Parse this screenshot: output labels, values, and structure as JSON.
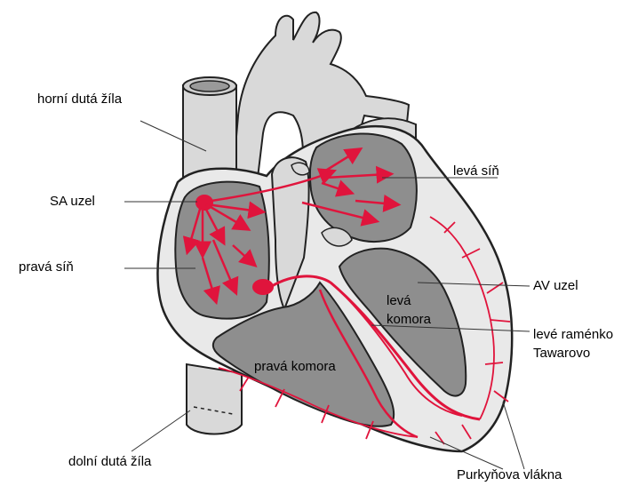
{
  "labels": {
    "horni_duta_zila": "horní dutá žíla",
    "sa_uzel": "SA uzel",
    "prava_sin": "pravá síň",
    "dolni_duta_zila": "dolní dutá žíla",
    "leva_sin": "levá síň",
    "av_uzel": "AV uzel",
    "leva_komora": "levá\nkomora",
    "leve_ramenko": "levé raménko\nTawarovo",
    "prava_komora": "pravá komora",
    "purkynova_vlakna": "Purkyňova vlákna"
  },
  "colors": {
    "background": "#ffffff",
    "outline": "#222222",
    "heart_wall": "#e9e9e9",
    "chamber": "#8e8e8e",
    "vessel": "#d9d9d9",
    "conduction": "#e0143c",
    "leader_line": "#333333"
  }
}
